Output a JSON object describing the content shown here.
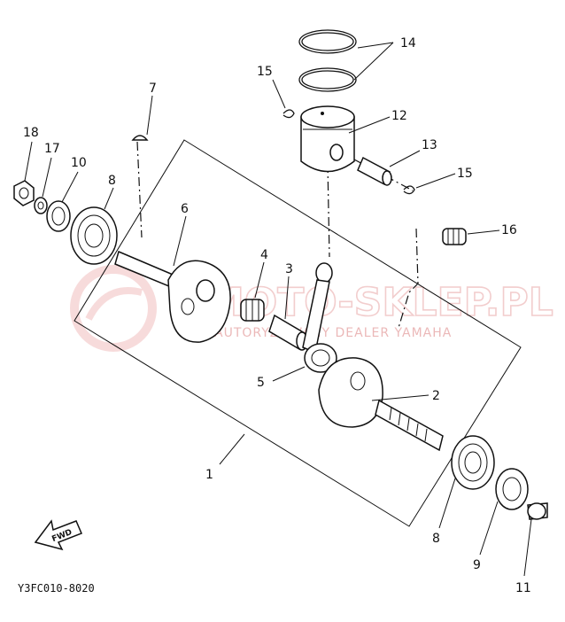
{
  "diagram": {
    "code": "Y3FC010-8020",
    "fwd_label": "FWD",
    "watermark": {
      "main": "MOTO-SKLEP.PL",
      "sub": "AUTORYZOWANY DEALER YAMAHA"
    },
    "callouts": [
      {
        "id": "c1",
        "label": "1"
      },
      {
        "id": "c2",
        "label": "2"
      },
      {
        "id": "c3",
        "label": "3"
      },
      {
        "id": "c4",
        "label": "4"
      },
      {
        "id": "c5",
        "label": "5"
      },
      {
        "id": "c6",
        "label": "6"
      },
      {
        "id": "c7",
        "label": "7"
      },
      {
        "id": "c8a",
        "label": "8"
      },
      {
        "id": "c8b",
        "label": "8"
      },
      {
        "id": "c9",
        "label": "9"
      },
      {
        "id": "c10",
        "label": "10"
      },
      {
        "id": "c11",
        "label": "11"
      },
      {
        "id": "c12",
        "label": "12"
      },
      {
        "id": "c13",
        "label": "13"
      },
      {
        "id": "c14",
        "label": "14"
      },
      {
        "id": "c15a",
        "label": "15"
      },
      {
        "id": "c15b",
        "label": "15"
      },
      {
        "id": "c16",
        "label": "16"
      },
      {
        "id": "c17",
        "label": "17"
      },
      {
        "id": "c18",
        "label": "18"
      }
    ]
  }
}
